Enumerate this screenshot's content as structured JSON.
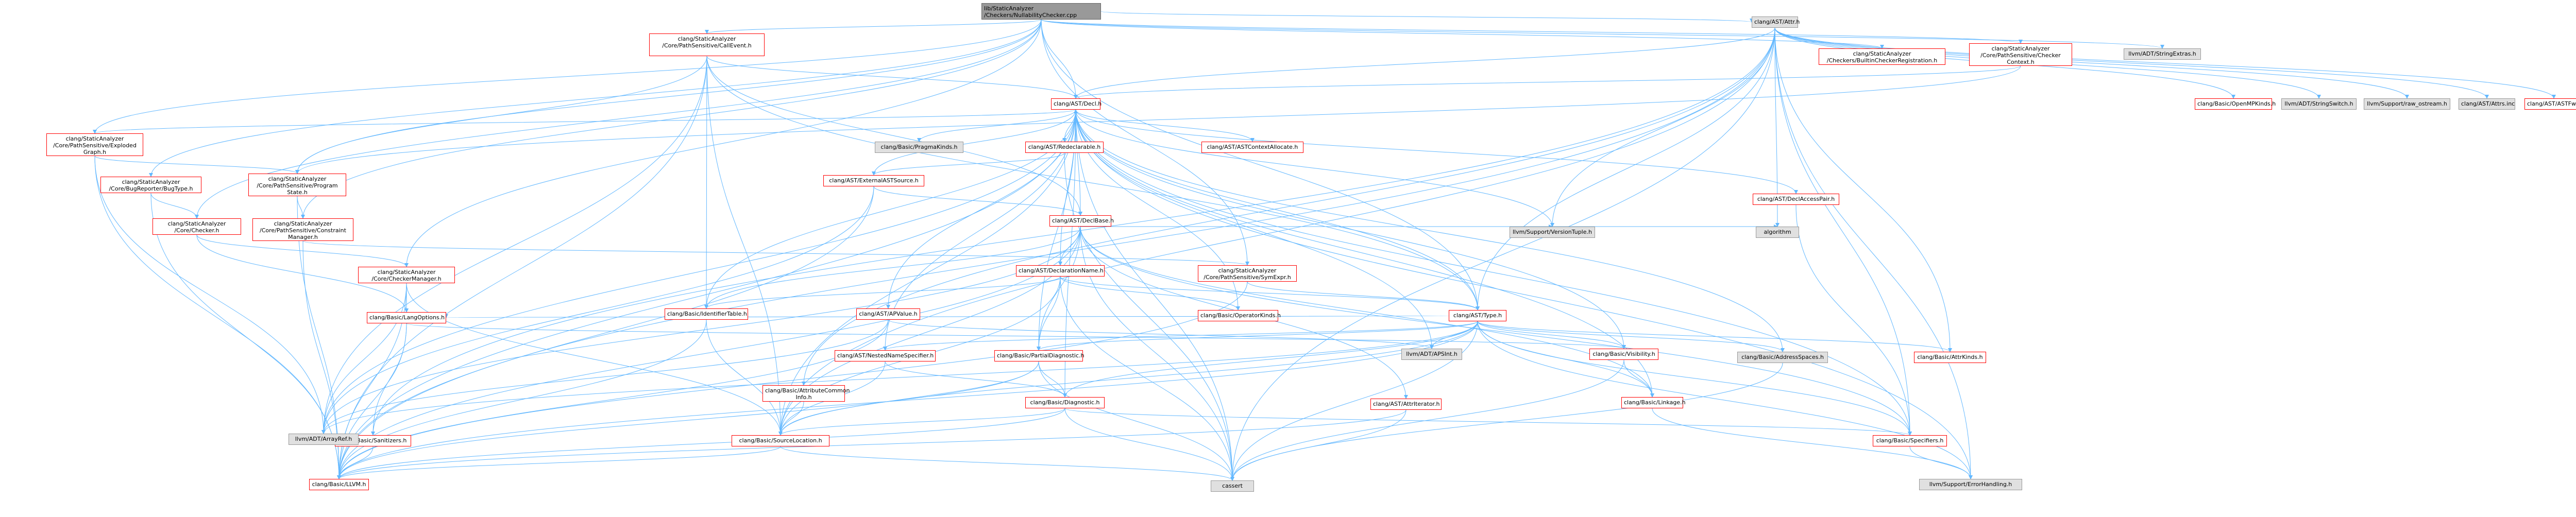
{
  "graph": {
    "edge_color": "#63b8ff",
    "node_styles": {
      "root": {
        "fill": "#999999",
        "stroke": "#666666"
      },
      "red": {
        "fill": "#ffffff",
        "stroke": "#ff0000"
      },
      "gray": {
        "fill": "#e0e0e0",
        "stroke": "#999999"
      }
    },
    "nodes": [
      {
        "id": "root",
        "style": "root",
        "lines": [
          "lib/StaticAnalyzer",
          "/Checkers/NullabilityChecker.cpp"
        ]
      },
      {
        "id": "svalbuilder",
        "style": "red",
        "lines": [
          "clang/StaticAnalyzer",
          "/Core/PathSensitive/CallEvent.h"
        ]
      },
      {
        "id": "attr",
        "style": "gray",
        "lines": [
          "clang/AST/Attr.h"
        ]
      },
      {
        "id": "builtinreg",
        "style": "red",
        "lines": [
          "clang/StaticAnalyzer",
          "/Checkers/BuiltinCheckerRegistration.h"
        ]
      },
      {
        "id": "checkercontext",
        "style": "red",
        "lines": [
          "clang/StaticAnalyzer",
          "/Core/PathSensitive/Checker",
          "Context.h"
        ]
      },
      {
        "id": "stringextras",
        "style": "gray",
        "lines": [
          "llvm/ADT/StringExtras.h"
        ]
      },
      {
        "id": "decl",
        "style": "red",
        "lines": [
          "clang/AST/Decl.h"
        ]
      },
      {
        "id": "openmpkinds",
        "style": "red",
        "lines": [
          "clang/Basic/OpenMPKinds.h"
        ]
      },
      {
        "id": "stringswitch",
        "style": "gray",
        "lines": [
          "llvm/ADT/StringSwitch.h"
        ]
      },
      {
        "id": "rawostream",
        "style": "gray",
        "lines": [
          "llvm/Support/raw_ostream.h"
        ]
      },
      {
        "id": "attrsinc",
        "style": "gray",
        "lines": [
          "clang/AST/Attrs.inc"
        ]
      },
      {
        "id": "astfwd",
        "style": "red",
        "lines": [
          "clang/AST/ASTFwd.h"
        ]
      },
      {
        "id": "explodedgraph",
        "style": "red",
        "lines": [
          "clang/StaticAnalyzer",
          "/Core/PathSensitive/Exploded",
          "Graph.h"
        ]
      },
      {
        "id": "pragmakinds",
        "style": "gray",
        "lines": [
          "clang/Basic/PragmaKinds.h"
        ]
      },
      {
        "id": "redeclarable",
        "style": "red",
        "lines": [
          "clang/AST/Redeclarable.h"
        ]
      },
      {
        "id": "astcontextallocate",
        "style": "red",
        "lines": [
          "clang/AST/ASTContextAllocate.h"
        ]
      },
      {
        "id": "bugtype",
        "style": "red",
        "lines": [
          "clang/StaticAnalyzer",
          "/Core/BugReporter/BugType.h"
        ]
      },
      {
        "id": "programstate",
        "style": "red",
        "lines": [
          "clang/StaticAnalyzer",
          "/Core/PathSensitive/Program",
          "State.h"
        ]
      },
      {
        "id": "externalastsource",
        "style": "red",
        "lines": [
          "clang/AST/ExternalASTSource.h"
        ]
      },
      {
        "id": "declaccesspair",
        "style": "red",
        "lines": [
          "clang/AST/DeclAccessPair.h"
        ]
      },
      {
        "id": "checker",
        "style": "red",
        "lines": [
          "clang/StaticAnalyzer",
          "/Core/Checker.h"
        ]
      },
      {
        "id": "constraintmgr",
        "style": "red",
        "lines": [
          "clang/StaticAnalyzer",
          "/Core/PathSensitive/Constraint",
          "Manager.h"
        ]
      },
      {
        "id": "declbase",
        "style": "red",
        "lines": [
          "clang/AST/DeclBase.h"
        ]
      },
      {
        "id": "versiontuple",
        "style": "gray",
        "lines": [
          "llvm/Support/VersionTuple.h"
        ]
      },
      {
        "id": "algorithm",
        "style": "gray",
        "lines": [
          "algorithm"
        ]
      },
      {
        "id": "checkermanager",
        "style": "red",
        "lines": [
          "clang/StaticAnalyzer",
          "/Core/CheckerManager.h"
        ]
      },
      {
        "id": "declarationname",
        "style": "red",
        "lines": [
          "clang/AST/DeclarationName.h"
        ]
      },
      {
        "id": "symexpr",
        "style": "red",
        "lines": [
          "clang/StaticAnalyzer",
          "/Core/PathSensitive/SymExpr.h"
        ]
      },
      {
        "id": "identifiertable",
        "style": "red",
        "lines": [
          "clang/Basic/IdentifierTable.h"
        ]
      },
      {
        "id": "apvalue",
        "style": "red",
        "lines": [
          "clang/AST/APValue.h"
        ]
      },
      {
        "id": "operatorkinds",
        "style": "red",
        "lines": [
          "clang/Basic/OperatorKinds.h"
        ]
      },
      {
        "id": "type",
        "style": "red",
        "lines": [
          "clang/AST/Type.h"
        ]
      },
      {
        "id": "langoptions",
        "style": "red",
        "lines": [
          "clang/Basic/LangOptions.h"
        ]
      },
      {
        "id": "nestednamespecifier",
        "style": "red",
        "lines": [
          "clang/AST/NestedNameSpecifier.h"
        ]
      },
      {
        "id": "partialdiagnostic",
        "style": "red",
        "lines": [
          "clang/Basic/PartialDiagnostic.h"
        ]
      },
      {
        "id": "apsint",
        "style": "gray",
        "lines": [
          "llvm/ADT/APSInt.h"
        ]
      },
      {
        "id": "visibility",
        "style": "red",
        "lines": [
          "clang/Basic/Visibility.h"
        ]
      },
      {
        "id": "addressspaces",
        "style": "gray",
        "lines": [
          "clang/Basic/AddressSpaces.h"
        ]
      },
      {
        "id": "attrkinds",
        "style": "red",
        "lines": [
          "clang/Basic/AttrKinds.h"
        ]
      },
      {
        "id": "attributecommoninfo",
        "style": "red",
        "lines": [
          "clang/Basic/AttributeCommon",
          "Info.h"
        ]
      },
      {
        "id": "diagnostic",
        "style": "red",
        "lines": [
          "clang/Basic/Diagnostic.h"
        ]
      },
      {
        "id": "attriterator",
        "style": "red",
        "lines": [
          "clang/AST/AttrIterator.h"
        ]
      },
      {
        "id": "linkage",
        "style": "red",
        "lines": [
          "clang/Basic/Linkage.h"
        ]
      },
      {
        "id": "sanitizers",
        "style": "red",
        "lines": [
          "clang/Basic/Sanitizers.h"
        ]
      },
      {
        "id": "arrayref",
        "style": "gray",
        "lines": [
          "llvm/ADT/ArrayRef.h"
        ]
      },
      {
        "id": "sourcelocation",
        "style": "red",
        "lines": [
          "clang/Basic/SourceLocation.h"
        ]
      },
      {
        "id": "specifiers",
        "style": "red",
        "lines": [
          "clang/Basic/Specifiers.h"
        ]
      },
      {
        "id": "llvm",
        "style": "red",
        "lines": [
          "clang/Basic/LLVM.h"
        ]
      },
      {
        "id": "cassert",
        "style": "gray",
        "lines": [
          "cassert"
        ]
      },
      {
        "id": "errorhandling",
        "style": "gray",
        "lines": [
          "llvm/Support/ErrorHandling.h"
        ]
      }
    ],
    "edges": [
      [
        "root",
        "svalbuilder"
      ],
      [
        "root",
        "attr"
      ],
      [
        "root",
        "builtinreg"
      ],
      [
        "root",
        "checkercontext"
      ],
      [
        "root",
        "stringextras"
      ],
      [
        "root",
        "decl"
      ],
      [
        "root",
        "explodedgraph"
      ],
      [
        "root",
        "bugtype"
      ],
      [
        "root",
        "programstate"
      ],
      [
        "root",
        "checker"
      ],
      [
        "root",
        "constraintmgr"
      ],
      [
        "root",
        "checkermanager"
      ],
      [
        "root",
        "symexpr"
      ],
      [
        "root",
        "type"
      ],
      [
        "svalbuilder",
        "decl"
      ],
      [
        "svalbuilder",
        "declbase"
      ],
      [
        "svalbuilder",
        "identifiertable"
      ],
      [
        "svalbuilder",
        "programstate"
      ],
      [
        "svalbuilder",
        "type"
      ],
      [
        "svalbuilder",
        "llvm"
      ],
      [
        "svalbuilder",
        "sourcelocation"
      ],
      [
        "svalbuilder",
        "arrayref"
      ],
      [
        "attr",
        "astfwd"
      ],
      [
        "attr",
        "attrsinc"
      ],
      [
        "attr",
        "rawostream"
      ],
      [
        "attr",
        "stringswitch"
      ],
      [
        "attr",
        "openmpkinds"
      ],
      [
        "attr",
        "decl"
      ],
      [
        "attr",
        "type"
      ],
      [
        "attr",
        "attrkinds"
      ],
      [
        "attr",
        "llvm"
      ],
      [
        "attr",
        "sourcelocation"
      ],
      [
        "attr",
        "sanitizers"
      ],
      [
        "attr",
        "versiontuple"
      ],
      [
        "attr",
        "errorhandling"
      ],
      [
        "attr",
        "algorithm"
      ],
      [
        "attr",
        "cassert"
      ],
      [
        "attr",
        "specifiers"
      ],
      [
        "attr",
        "attributecommoninfo"
      ],
      [
        "decl",
        "pragmakinds"
      ],
      [
        "decl",
        "redeclarable"
      ],
      [
        "decl",
        "astcontextallocate"
      ],
      [
        "decl",
        "externalastsource"
      ],
      [
        "decl",
        "declaccesspair"
      ],
      [
        "decl",
        "declbase"
      ],
      [
        "decl",
        "declarationname"
      ],
      [
        "decl",
        "apvalue"
      ],
      [
        "decl",
        "type"
      ],
      [
        "decl",
        "nestednamespecifier"
      ],
      [
        "decl",
        "identifiertable"
      ],
      [
        "decl",
        "partialdiagnostic"
      ],
      [
        "decl",
        "apsint"
      ],
      [
        "decl",
        "visibility"
      ],
      [
        "decl",
        "addressspaces"
      ],
      [
        "decl",
        "diagnostic"
      ],
      [
        "decl",
        "linkage"
      ],
      [
        "decl",
        "arrayref"
      ],
      [
        "decl",
        "sourcelocation"
      ],
      [
        "decl",
        "specifiers"
      ],
      [
        "decl",
        "llvm"
      ],
      [
        "decl",
        "cassert"
      ],
      [
        "decl",
        "errorhandling"
      ],
      [
        "decl",
        "operatorkinds"
      ],
      [
        "decl",
        "versiontuple"
      ],
      [
        "redeclarable",
        "externalastsource"
      ],
      [
        "redeclarable",
        "cassert"
      ],
      [
        "externalastsource",
        "declbase"
      ],
      [
        "externalastsource",
        "llvm"
      ],
      [
        "externalastsource",
        "arrayref"
      ],
      [
        "declaccesspair",
        "specifiers"
      ],
      [
        "declbase",
        "declarationname"
      ],
      [
        "declbase",
        "attriterator"
      ],
      [
        "declbase",
        "specifiers"
      ],
      [
        "declbase",
        "llvm"
      ],
      [
        "declbase",
        "sourcelocation"
      ],
      [
        "declbase",
        "algorithm"
      ],
      [
        "declbase",
        "versiontuple"
      ],
      [
        "declbase",
        "arrayref"
      ],
      [
        "declbase",
        "identifiertable"
      ],
      [
        "declbase",
        "partialdiagnostic"
      ],
      [
        "declbase",
        "cassert"
      ],
      [
        "declbase",
        "linkage"
      ],
      [
        "declarationname",
        "identifiertable"
      ],
      [
        "declarationname",
        "operatorkinds"
      ],
      [
        "declarationname",
        "partialdiagnostic"
      ],
      [
        "declarationname",
        "sourcelocation"
      ],
      [
        "declarationname",
        "type"
      ],
      [
        "declarationname",
        "cassert"
      ],
      [
        "apvalue",
        "llvm"
      ],
      [
        "apvalue",
        "apsint"
      ],
      [
        "apvalue",
        "arrayref"
      ],
      [
        "type",
        "addressspaces"
      ],
      [
        "type",
        "attrkinds"
      ],
      [
        "type",
        "diagnostic"
      ],
      [
        "type",
        "linkage"
      ],
      [
        "type",
        "partialdiagnostic"
      ],
      [
        "type",
        "sourcelocation"
      ],
      [
        "type",
        "specifiers"
      ],
      [
        "type",
        "visibility"
      ],
      [
        "type",
        "apsint"
      ],
      [
        "type",
        "arrayref"
      ],
      [
        "type",
        "cassert"
      ],
      [
        "type",
        "errorhandling"
      ],
      [
        "type",
        "llvm"
      ],
      [
        "type",
        "nestednamespecifier"
      ],
      [
        "type",
        "langoptions"
      ],
      [
        "nestednamespecifier",
        "diagnostic"
      ],
      [
        "nestednamespecifier",
        "sourcelocation"
      ],
      [
        "partialdiagnostic",
        "diagnostic"
      ],
      [
        "partialdiagnostic",
        "sourcelocation"
      ],
      [
        "partialdiagnostic",
        "cassert"
      ],
      [
        "partialdiagnostic",
        "llvm"
      ],
      [
        "diagnostic",
        "sourcelocation"
      ],
      [
        "diagnostic",
        "specifiers"
      ],
      [
        "diagnostic",
        "llvm"
      ],
      [
        "diagnostic",
        "cassert"
      ],
      [
        "attriterator",
        "llvm"
      ],
      [
        "attriterator",
        "cassert"
      ],
      [
        "sourcelocation",
        "llvm"
      ],
      [
        "sourcelocation",
        "cassert"
      ],
      [
        "specifiers",
        "errorhandling"
      ],
      [
        "visibility",
        "linkage"
      ],
      [
        "visibility",
        "cassert"
      ],
      [
        "addressspaces",
        "cassert"
      ],
      [
        "linkage",
        "errorhandling"
      ],
      [
        "attributecommoninfo",
        "sourcelocation"
      ],
      [
        "sanitizers",
        "llvm"
      ],
      [
        "langoptions",
        "llvm"
      ],
      [
        "langoptions",
        "sanitizers"
      ],
      [
        "langoptions",
        "visibility"
      ],
      [
        "identifiertable",
        "llvm"
      ],
      [
        "identifiertable",
        "sourcelocation"
      ],
      [
        "explodedgraph",
        "programstate"
      ],
      [
        "explodedgraph",
        "llvm"
      ],
      [
        "explodedgraph",
        "decl"
      ],
      [
        "explodedgraph",
        "arrayref"
      ],
      [
        "bugtype",
        "checker"
      ],
      [
        "bugtype",
        "llvm"
      ],
      [
        "programstate",
        "constraintmgr"
      ],
      [
        "programstate",
        "llvm"
      ],
      [
        "constraintmgr",
        "symexpr"
      ],
      [
        "constraintmgr",
        "llvm"
      ],
      [
        "checker",
        "checkermanager"
      ],
      [
        "checker",
        "langoptions"
      ],
      [
        "checkermanager",
        "langoptions"
      ],
      [
        "checkermanager",
        "llvm"
      ],
      [
        "checkermanager",
        "sourcelocation"
      ],
      [
        "checkermanager",
        "arrayref"
      ],
      [
        "symexpr",
        "type"
      ],
      [
        "symexpr",
        "llvm"
      ],
      [
        "checkercontext",
        "decl"
      ],
      [
        "checkercontext",
        "programstate"
      ]
    ]
  }
}
